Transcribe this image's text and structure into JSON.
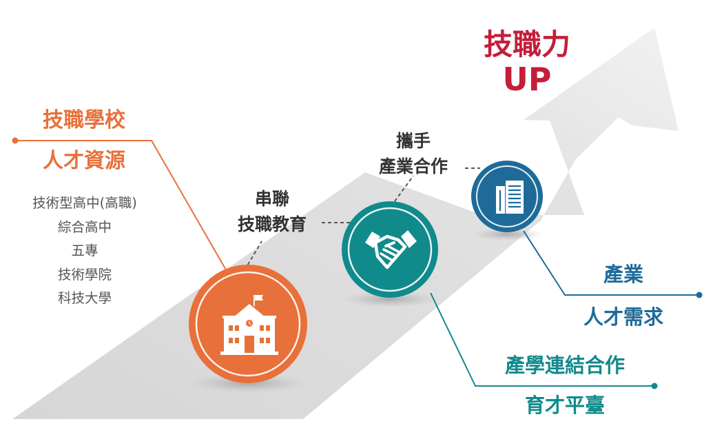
{
  "headline": {
    "line1": "技職力",
    "line2": "UP"
  },
  "school": {
    "title": "技職學校",
    "subtitle": "人才資源",
    "types": [
      "技術型高中(高職)",
      "綜合高中",
      "五專",
      "技術學院",
      "科技大學"
    ]
  },
  "step_connect": {
    "line1": "串聯",
    "line2": "技職教育"
  },
  "step_hands": {
    "line1": "攜手",
    "line2": "產業合作"
  },
  "industry": {
    "title": "產業",
    "subtitle": "人才需求"
  },
  "cooperation": {
    "title": "產學連結合作",
    "subtitle": "育才平臺"
  },
  "icons": {
    "school": "school-building-icon",
    "handshake": "handshake-icon",
    "industry": "office-building-icon",
    "arrow": "upward-arrow-icon"
  },
  "colors": {
    "headline": "#c41e3a",
    "orange": "#e8703a",
    "teal": "#118a8c",
    "blue": "#1e6b9a",
    "road": "#e0e0e0",
    "text_dark": "#333333",
    "text_gray": "#555555"
  }
}
